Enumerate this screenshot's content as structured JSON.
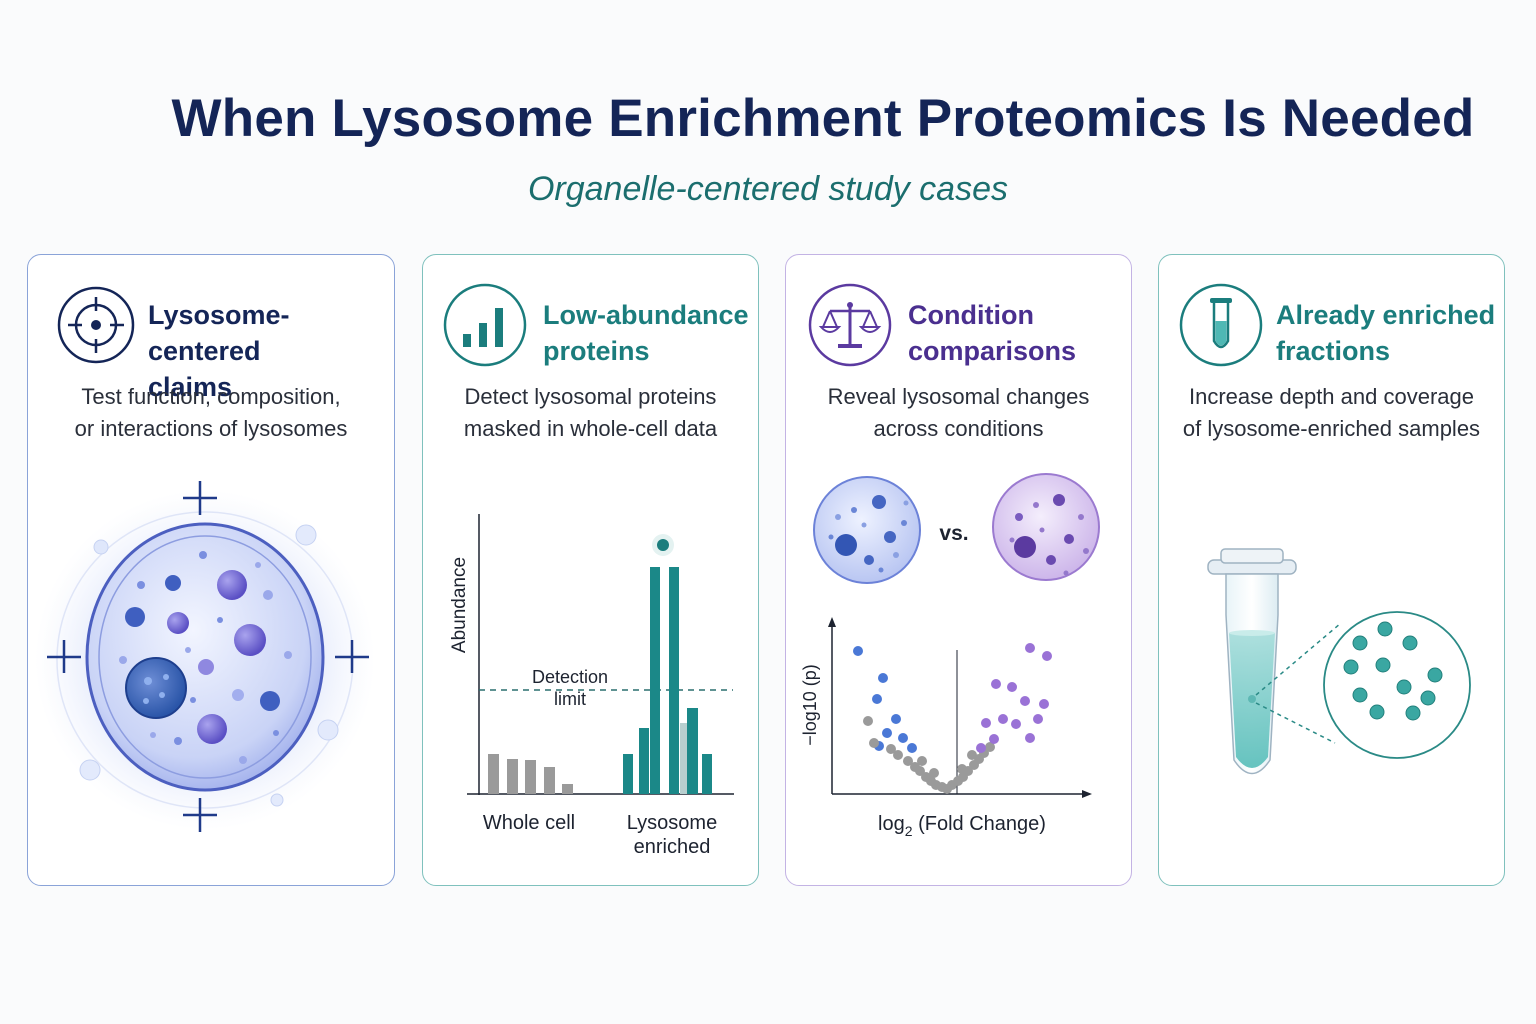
{
  "header": {
    "title": "When Lysosome Enrichment Proteomics Is Needed",
    "subtitle": "Organelle-centered study cases"
  },
  "colors": {
    "navy": "#142557",
    "teal": "#1b7d7d",
    "purple": "#5b3aa0",
    "cell_blue": "#5b6fd6"
  },
  "cards": [
    {
      "title_line1": "Lysosome-centered",
      "title_line2": "claims",
      "desc_line1": "Test function, composition,",
      "desc_line2": "or interactions of lysosomes",
      "icon": "target-icon"
    },
    {
      "title_line1": "Low-abundance",
      "title_line2": "proteins",
      "desc_line1": "Detect lysosomal proteins",
      "desc_line2": "masked in whole-cell data",
      "icon": "bar-chart-icon",
      "chart": {
        "ylabel": "Abundance",
        "threshold_label_line1": "Detection",
        "threshold_label_line2": "limit",
        "group1_line1": "Whole cell",
        "group2_line1": "Lysosome",
        "group2_line2": "enriched"
      }
    },
    {
      "title_line1": "Condition",
      "title_line2": "comparisons",
      "desc_line1": "Reveal lysosomal changes",
      "desc_line2": "across conditions",
      "icon": "balance-scale-icon",
      "vs_label": "vs.",
      "volcano": {
        "ylabel": "−log10 (p)",
        "xlabel_prefix": "log",
        "xlabel_sub": "2",
        "xlabel_suffix": " (Fold Change)"
      }
    },
    {
      "title_line1": "Already enriched",
      "title_line2": "fractions",
      "desc_line1": "Increase depth and coverage",
      "desc_line2": "of lysosome-enriched samples",
      "icon": "test-tube-icon"
    }
  ]
}
